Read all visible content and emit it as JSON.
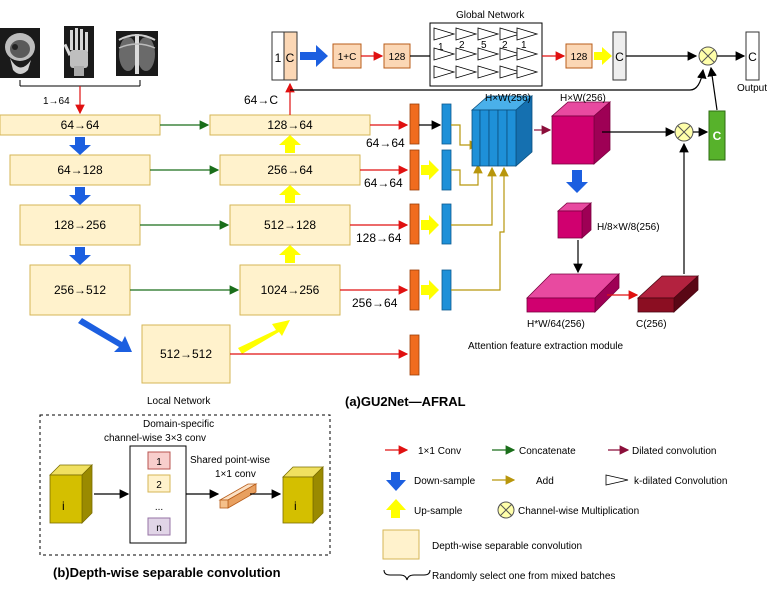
{
  "inputs": [
    "skull-xray",
    "hand-xray",
    "chest-xray"
  ],
  "global_network": {
    "title": "Global Network",
    "plus_c": "1+C",
    "n128_left": "128",
    "n128_right": "128",
    "k_dilations": [
      "1",
      "2",
      "5",
      "2",
      "1"
    ],
    "c_box": "C",
    "concat_one": "1",
    "concat_c": "C",
    "output_c": "C",
    "output_label": "Output"
  },
  "local_network": {
    "title": "Local Network",
    "input_arrow_label": "1→64",
    "to_global_label": "64→C",
    "encoder": [
      "64→64",
      "64→128",
      "128→256",
      "256→512"
    ],
    "bottleneck": "512→512",
    "decoder": [
      "128→64",
      "256→64",
      "512→128",
      "1024→256"
    ],
    "side_conv": [
      "64→64",
      "64→64",
      "128→64",
      "256→64"
    ]
  },
  "attention": {
    "stack_label": "H×W(256)",
    "cube_label": "H×W(256)",
    "small_label": "H/8×W/8(256)",
    "flat_label": "H*W/64(256)",
    "dark_label": "C(256)",
    "c_box": "C",
    "module_label": "Attention feature extraction module"
  },
  "caption_a": "(a)GU2Net—AFRAL",
  "depthwise": {
    "caption": "(b)Depth-wise separable convolution",
    "channelwise_title": "Domain-specific channel-wise 3×3 conv",
    "channelwise_line1": "Domain-specific",
    "channelwise_line2": "channel-wise 3×3 conv",
    "pointwise_line1": "Shared point-wise",
    "pointwise_line2": "1×1 conv",
    "channels": [
      "1",
      "2",
      "...",
      "n"
    ],
    "input_label": "i",
    "output_label": "i"
  },
  "legend": {
    "conv1x1": "1×1 Conv",
    "concatenate": "Concatenate",
    "dilated": "Dilated convolution",
    "downsample": "Down-sample",
    "add": "Add",
    "kdilated": "k-dilated Convolution",
    "upsample": "Up-sample",
    "channelwise_mult": "Channel-wise Multiplication",
    "depthwise": "Depth-wise separable convolution",
    "random": "Randomly select one from mixed batches"
  },
  "colors": {
    "box_fill": "#fff2cc",
    "box_stroke": "#d6b656",
    "conv_orange": "#f06c1e",
    "feature_blue": "#1e90d8",
    "magenta": "#d0006f",
    "dark_red": "#8b0e22",
    "green_c": "#57b22b",
    "arrow_red": "#e01010",
    "arrow_green": "#1a6e1a",
    "arrow_blue": "#1c5fe0",
    "arrow_yellow": "#ffff00",
    "arrow_gold": "#b8960c",
    "arrow_dilated": "#8b0e3a"
  }
}
